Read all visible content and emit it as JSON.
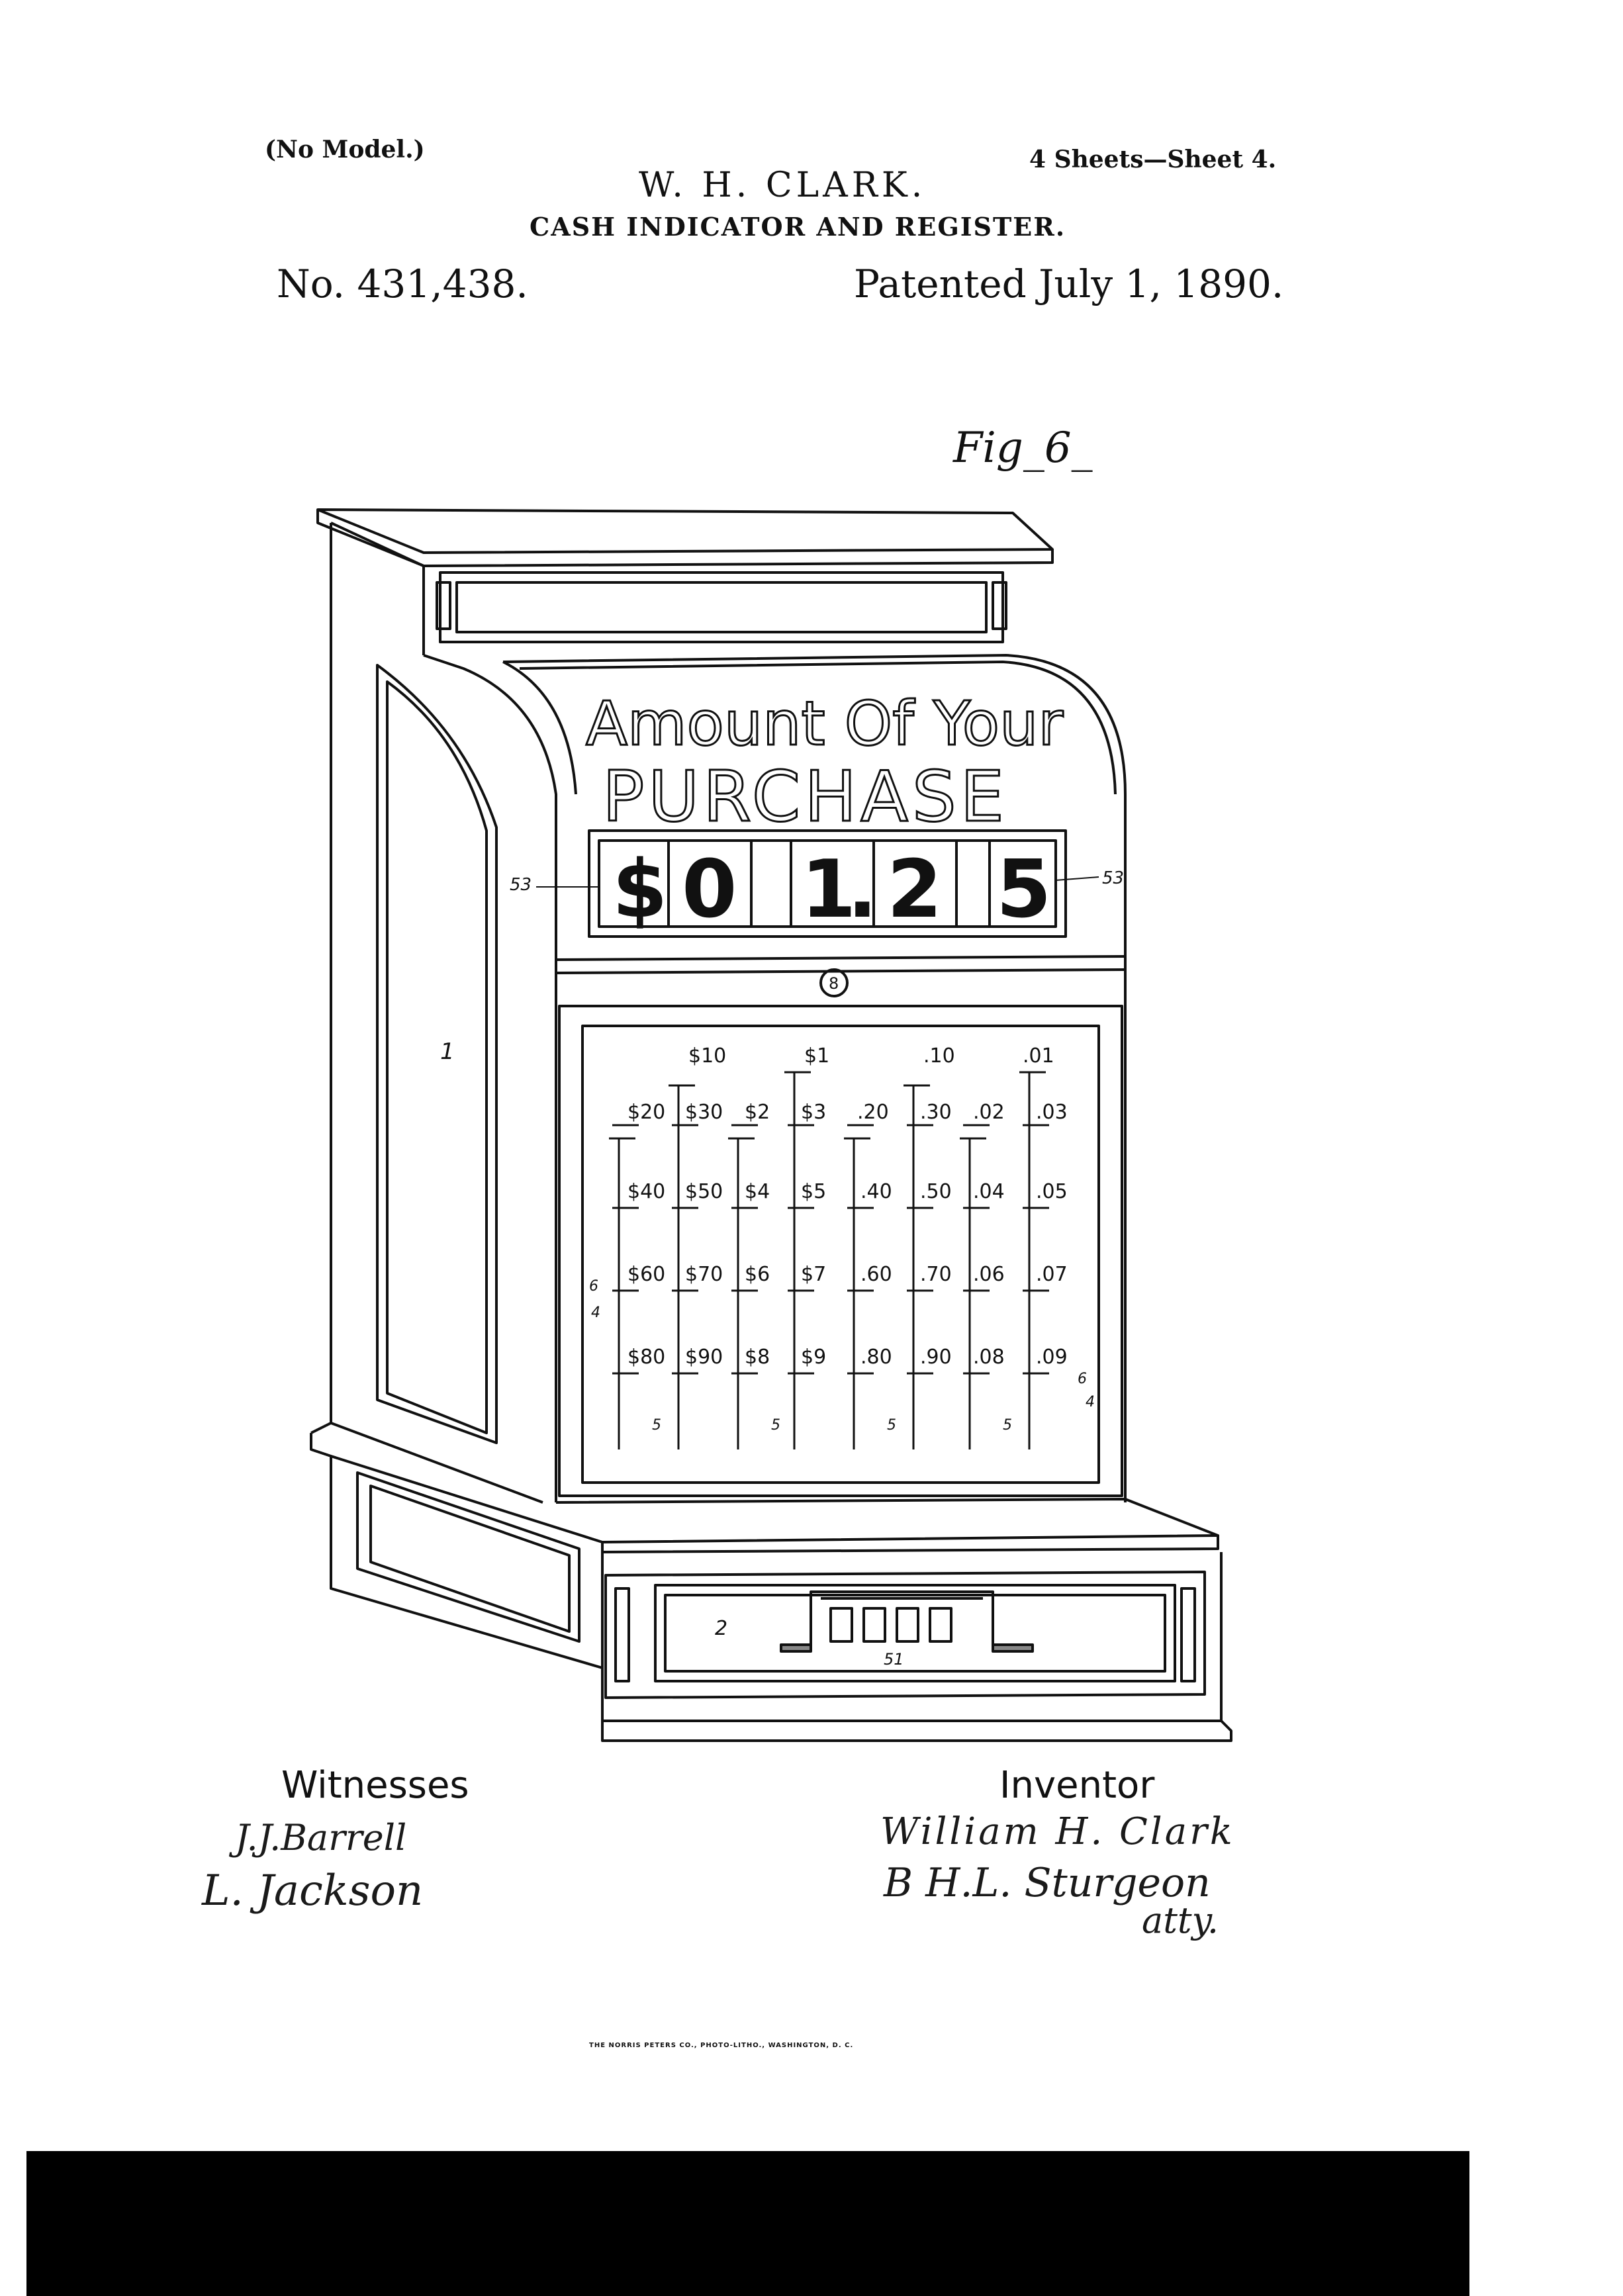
{
  "header": {
    "no_model": "(No Model.)",
    "sheets": "4 Sheets—Sheet 4.",
    "inventor_name": "W. H. CLARK.",
    "title": "CASH INDICATOR AND REGISTER.",
    "patent_number": "No. 431,438.",
    "patent_date": "Patented July 1, 1890."
  },
  "figure": {
    "label": "Fig_6_",
    "sign_line1": "Amount Of Your",
    "sign_line2": "PURCHASE",
    "display_digits": [
      "$",
      "0",
      "1",
      ".",
      "2",
      "5"
    ],
    "display_callout_left": "53",
    "display_callout_right": "53",
    "hole_label": "8",
    "body_callout": "1",
    "drawer_callout": "2",
    "drawer_mechanism_callout": "51",
    "column_headers": [
      "$10",
      "$1",
      ".10",
      ".01"
    ],
    "key_rows": [
      [
        "$20",
        "$30",
        "$2",
        "$3",
        ".20",
        ".30",
        ".02",
        ".03"
      ],
      [
        "$40",
        "$50",
        "$4",
        "$5",
        ".40",
        ".50",
        ".04",
        ".05"
      ],
      [
        "$60",
        "$70",
        "$6",
        "$7",
        ".60",
        ".70",
        ".06",
        ".07"
      ],
      [
        "$80",
        "$90",
        "$8",
        "$9",
        ".80",
        ".90",
        ".08",
        ".09"
      ]
    ],
    "key_callouts": {
      "left_6": "6",
      "left_4": "4",
      "right_6": "6",
      "right_4": "4",
      "bottom_5": [
        "5",
        "5",
        "5",
        "5"
      ]
    }
  },
  "signatures": {
    "witnesses_title": "Witnesses",
    "witness_1": "J.J.Barrell",
    "witness_2": "L. Jackson",
    "inventor_title": "Inventor",
    "inventor_signature": "William H. Clark",
    "attorney_signature": "B H.L. Sturgeon",
    "attorney_suffix": "atty."
  },
  "footer": {
    "printer": "THE NORRIS PETERS CO., PHOTO-LITHO., WASHINGTON, D. C."
  }
}
